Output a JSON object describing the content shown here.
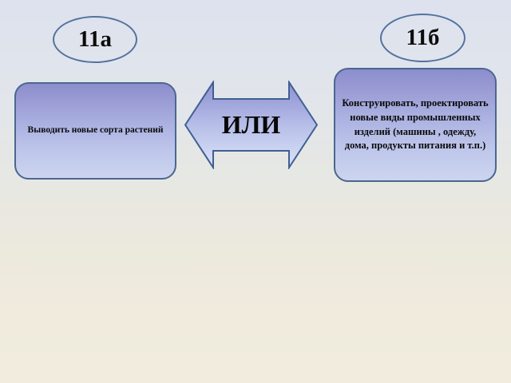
{
  "slide": {
    "background": {
      "top_color": "#dde2ee",
      "bottom_color": "#f1ecdd"
    }
  },
  "labels": {
    "option_a": "11а",
    "option_b": "11б"
  },
  "boxes": {
    "left": {
      "text": "Выводить новые сорта растений",
      "fill_top": "#8c8ecd",
      "fill_bottom": "#ccd4f0",
      "border": "#4a678f"
    },
    "right": {
      "text": "Конструировать, проектировать новые виды промышленных изделий (машины , одежду, дома, продукты питания и т.п.)",
      "fill_top": "#8c8ecd",
      "fill_bottom": "#ccd4f0",
      "border": "#4a678f"
    }
  },
  "connector": {
    "label": "ИЛИ",
    "shape": "double-headed-arrow",
    "fill_top": "#9a9bd4",
    "fill_bottom": "#d6dcf5",
    "border": "#3f5f93"
  }
}
